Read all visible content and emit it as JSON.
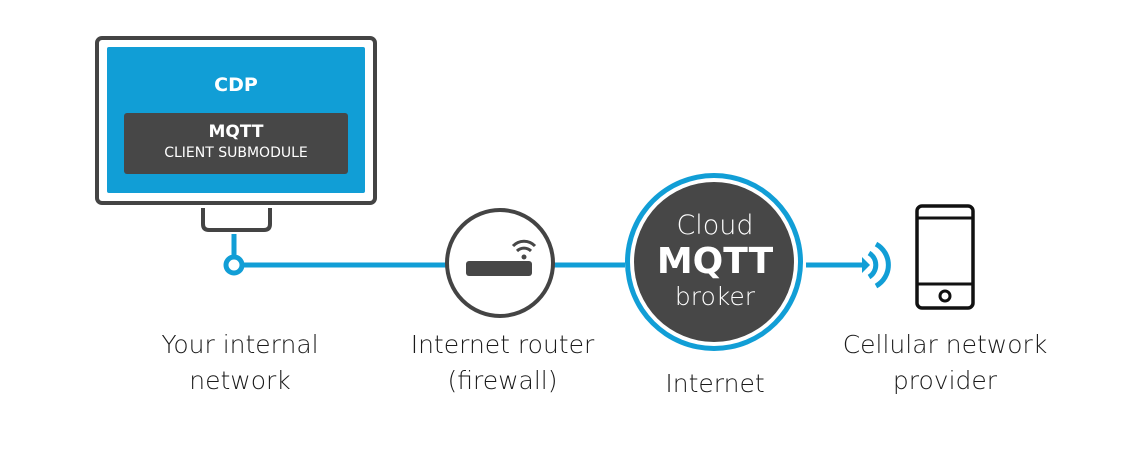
{
  "colors": {
    "accent_blue": "#119ed6",
    "dark_gray": "#474747",
    "outline": "#444444",
    "text": "#1a1a1a"
  },
  "device": {
    "title": "CDP",
    "submodule_title": "MQTT",
    "submodule_subtitle": "CLIENT SUBMODULE",
    "icon": "monitor-icon"
  },
  "router": {
    "icon": "wifi-router-icon"
  },
  "broker": {
    "line1": "Cloud",
    "line2": "MQTT",
    "line3": "broker"
  },
  "phone": {
    "icon": "smartphone-icon",
    "signal_icon": "wireless-signal-icon"
  },
  "labels": {
    "internal_network": [
      "Your internal",
      "network"
    ],
    "router": [
      "Internet router",
      "(firewall)"
    ],
    "internet": [
      "Internet"
    ],
    "cellular": [
      "Cellular network",
      "provider"
    ]
  }
}
